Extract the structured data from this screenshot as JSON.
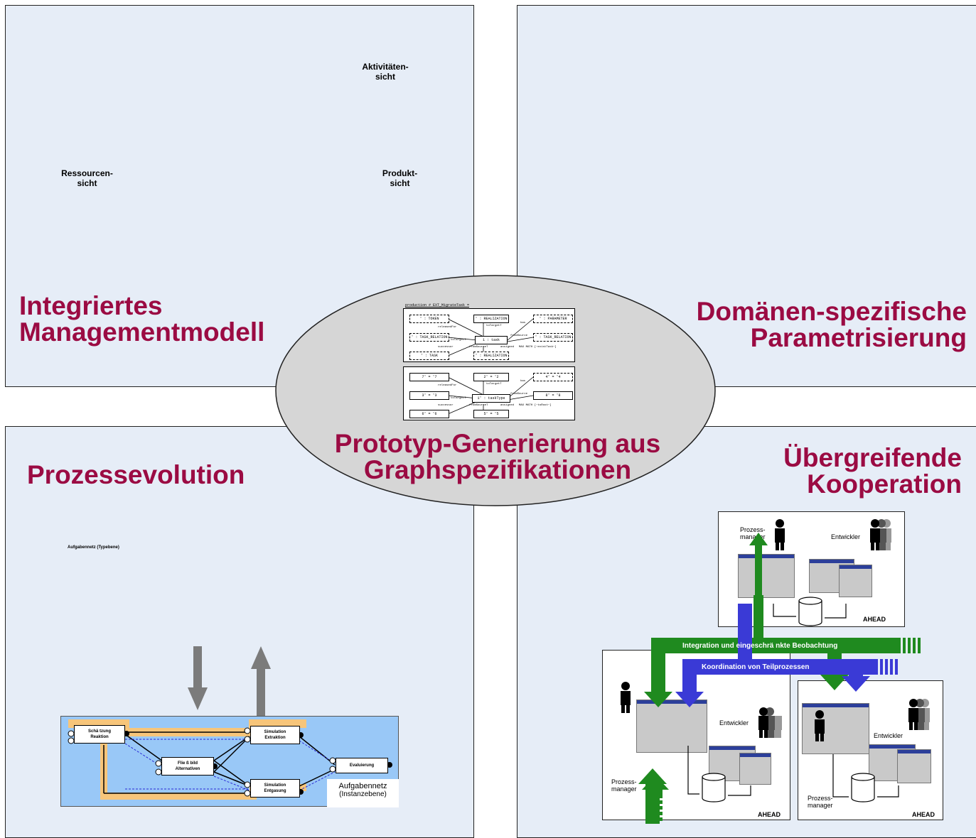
{
  "quadrants": {
    "top_left": {
      "title_line1": "Integriertes",
      "title_line2": "Managementmodell",
      "views": {
        "activity_line1": "Aktivitäten-",
        "activity_line2": "sicht",
        "resource_line1": "Ressourcen-",
        "resource_line2": "sicht",
        "product_line1": "Produkt-",
        "product_line2": "sicht"
      }
    },
    "top_right": {
      "title_line1": "Domänen-spezifische",
      "title_line2": "Parametrisierung"
    },
    "bottom_left": {
      "title": "Prozessevolution",
      "type_level_label": "Aufgabennetz (Typebene)",
      "instance_label_line1": "Aufgabennetz",
      "instance_label_line2": "(Instanzebene)",
      "nodes": {
        "schaetzung_line1": "Schä tzung",
        "schaetzung_line2": "Reaktion",
        "fliessbild_line1": "Flie ß bild",
        "fliessbild_line2": "Alternativen",
        "sim_extraktion_line1": "Simulation",
        "sim_extraktion_line2": "Extraktion",
        "sim_entgasung_line1": "Simulation",
        "sim_entgasung_line2": "Entgasung",
        "evaluierung": "Evaluierung"
      }
    },
    "bottom_right": {
      "title_line1": "Übergreifende",
      "title_line2": "Kooperation",
      "band_integration": "Integration und eingeschrä nkte Beobachtung",
      "band_koordination": "Koordination von Teilprozessen",
      "panels": {
        "prozess_manager_line1": "Prozess-",
        "prozess_manager_line2": "manager",
        "entwickler": "Entwickler",
        "ahead": "AHEAD"
      }
    }
  },
  "center": {
    "title_line1": "Prototyp-Generierung aus",
    "title_line2": "Graphspezifikationen",
    "production_header": "production # EXT_MigrateTask =",
    "upper_graph": {
      "nodes": [
        "' : TOKEN",
        "' : TASK_RELATION",
        "' : TASK",
        "' : REALIZATION",
        "1 : task",
        "' : REALIZATION",
        "' : PARAMETER",
        "' : TASK_RELATION"
      ],
      "edges": [
        "releasedFor",
        "toTargetT",
        "successor",
        "fromSourceT",
        "toTargetT",
        "has",
        "fromSource",
        "assigned"
      ],
      "condition": "MAX MATH [~existTask~]"
    },
    "lower_graph": {
      "nodes": [
        "7' = '7",
        "3' = '3",
        "6' = '6",
        "2' = '2",
        "1' : taskType",
        "5' = '5",
        "4' = '4",
        "8' = '8"
      ],
      "edges": [
        "releasedFor",
        "toTargetT",
        "successor",
        "fromSourceT",
        "toTargetT",
        "has",
        "fromSource",
        "assigned"
      ],
      "condition": "MAX MATH [~toRoot~]"
    }
  },
  "colors": {
    "title": "#9b0b43",
    "quadrant_bg": "#e6edf7",
    "green_band": "#1f8a1f",
    "blue_band": "#3a3ad6",
    "net_bg": "#99c8f7",
    "net_highlight": "#f7c57a"
  }
}
